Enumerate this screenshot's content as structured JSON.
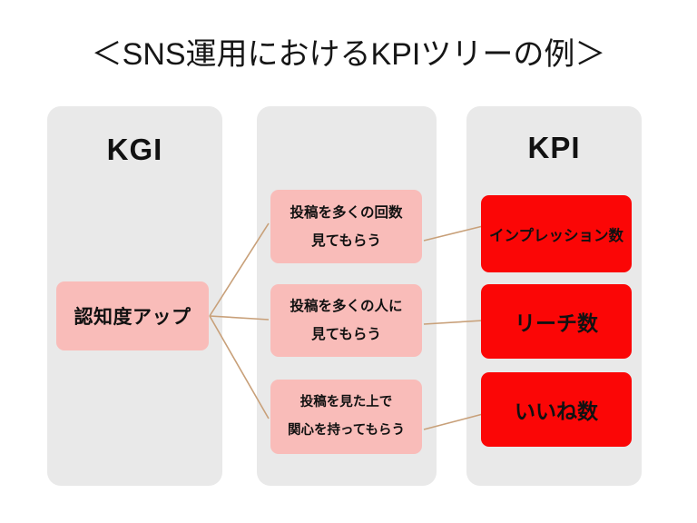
{
  "slide": {
    "title": "＜SNS運用におけるKPIツリーの例＞",
    "background_color": "#ffffff"
  },
  "colors": {
    "panel": "#e9e9e9",
    "node_pink": "#f9bcb9",
    "node_red": "#fb0606",
    "connector": "#c8a079",
    "text": "#111111"
  },
  "columns": [
    {
      "id": "kgi",
      "heading": "KGI"
    },
    {
      "id": "middle",
      "heading": ""
    },
    {
      "id": "kpi",
      "heading": "KPI"
    }
  ],
  "kgi": {
    "node": {
      "label": "認知度アップ",
      "color": "#f9bcb9"
    }
  },
  "middle": {
    "nodes": [
      {
        "line1": "投稿を多くの回数",
        "line2": "見てもらう",
        "color": "#f9bcb9"
      },
      {
        "line1": "投稿を多くの人に",
        "line2": "見てもらう",
        "color": "#f9bcb9"
      },
      {
        "line1": "投稿を見た上で",
        "line2": "関心を持ってもらう",
        "color": "#f9bcb9"
      }
    ]
  },
  "kpi": {
    "nodes": [
      {
        "label": "インプレッション数",
        "color": "#fb0606"
      },
      {
        "label": "リーチ数",
        "color": "#fb0606"
      },
      {
        "label": "いいね数",
        "color": "#fb0606"
      }
    ]
  },
  "connections": [
    {
      "from": "認知度アップ",
      "to": "投稿を多くの回数見てもらう"
    },
    {
      "from": "認知度アップ",
      "to": "投稿を多くの人に見てもらう"
    },
    {
      "from": "認知度アップ",
      "to": "投稿を見た上で関心を持ってもらう"
    },
    {
      "from": "投稿を多くの回数見てもらう",
      "to": "インプレッション数"
    },
    {
      "from": "投稿を多くの人に見てもらう",
      "to": "リーチ数"
    },
    {
      "from": "投稿を見た上で関心を持ってもらう",
      "to": "いいね数"
    }
  ]
}
